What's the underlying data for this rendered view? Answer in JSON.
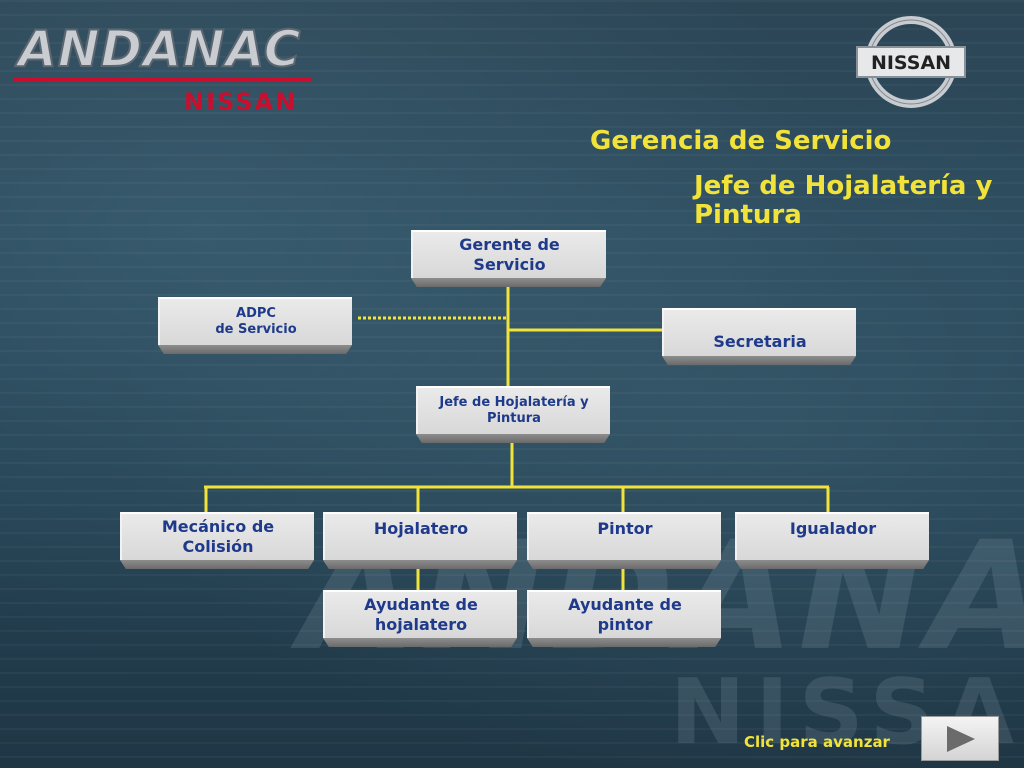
{
  "header": {
    "brand_left": "ANDANAC",
    "brand_left_sub": "NISSAN",
    "brand_right": "NISSAN",
    "title": "Gerencia de Servicio",
    "subtitle": "Jefe de Hojalatería y\nPintura"
  },
  "org_chart": {
    "gerente": "Gerente de\nServicio",
    "adpc": "ADPC\nde Servicio",
    "secretaria": "Secretaria",
    "jefe": "Jefe de Hojalatería y\nPintura",
    "mecanico": "Mecánico de\nColisión",
    "hojalatero": "Hojalatero",
    "pintor": "Pintor",
    "igualador": "Igualador",
    "ayudante_hojalatero": "Ayudante de\nhojalatero",
    "ayudante_pintor": "Ayudante de\npintor"
  },
  "footer": {
    "advance_label": "Clic para avanzar"
  },
  "colors": {
    "accent_yellow": "#f1e33a",
    "box_text": "#1f3a8a",
    "brand_red": "#c8102e"
  },
  "icons": {
    "next": "play-triangle-icon"
  }
}
